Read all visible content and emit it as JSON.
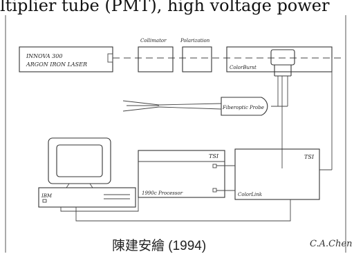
{
  "header": {
    "partial_caption": "ltiplier tube (PMT), high voltage power"
  },
  "diagram": {
    "laser_line1": "INNOVA 300",
    "laser_line2": "ARGON IRON LASER",
    "collimator_label": "Collimator",
    "polarization_label": "Polarization",
    "colorburst_label": "ColorBurst",
    "probe_label": "Fiberoptic Probe",
    "tsi_left": "TSI",
    "tsi_right": "TSI",
    "processor_label": "1990c Processor",
    "colorlink_label": "ColorLink",
    "computer_label": "IBM"
  },
  "footer": {
    "caption": "陳建安繪 (1994)",
    "signature": "C.A.Chen"
  }
}
